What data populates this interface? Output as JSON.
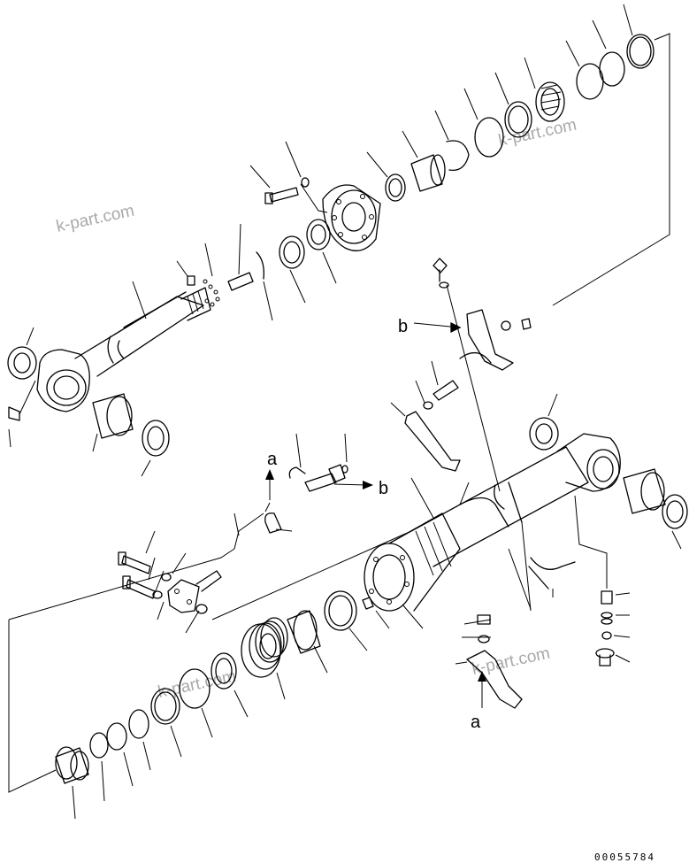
{
  "labels": {
    "a": "a",
    "b": "b"
  },
  "watermark": "k-part.com",
  "drawing_number": "00055784"
}
